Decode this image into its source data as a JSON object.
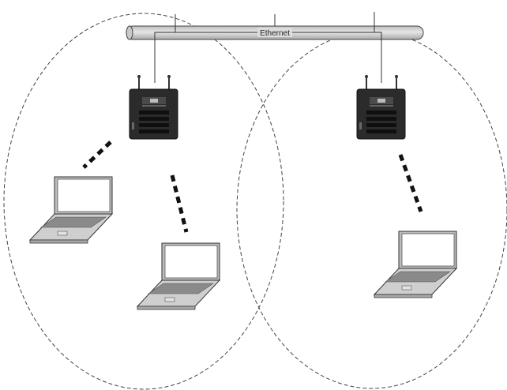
{
  "ethernet_bus": {
    "label": "Ethernet"
  },
  "access_points": [
    {
      "id": "ap-left"
    },
    {
      "id": "ap-right"
    }
  ],
  "coverage_cells": [
    {
      "id": "cell-left",
      "boundary": "dashed"
    },
    {
      "id": "cell-right",
      "boundary": "dashed"
    }
  ],
  "laptops": [
    {
      "id": "laptop-left-top",
      "cell": "cell-left"
    },
    {
      "id": "laptop-left-bottom",
      "cell": "cell-left"
    },
    {
      "id": "laptop-right",
      "cell": "cell-right"
    }
  ],
  "wireless_links": [
    {
      "from": "ap-left",
      "to": "laptop-left-top",
      "style": "dashed"
    },
    {
      "from": "ap-left",
      "to": "laptop-left-bottom",
      "style": "dashed"
    },
    {
      "from": "ap-right",
      "to": "laptop-right",
      "style": "dashed"
    }
  ],
  "colors": {
    "bus_fill": "#d4d4d4",
    "device_body": "#2b2b2b",
    "laptop_body": "#cccccc",
    "line": "#333333"
  }
}
